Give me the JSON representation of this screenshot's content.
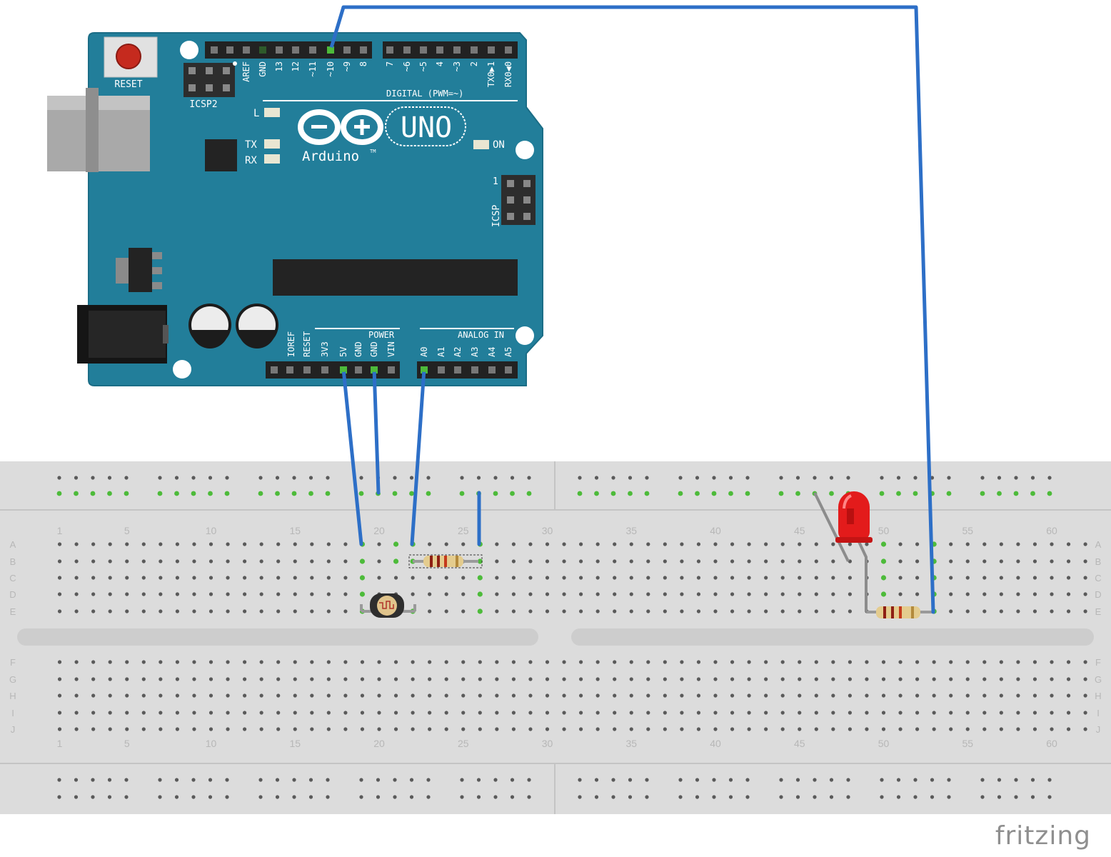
{
  "arduino": {
    "reset_label": "RESET",
    "icsp2_label": "ICSP2",
    "icsp_label": "ICSP",
    "icsp_pin1": "1",
    "led_l": "L",
    "led_tx": "TX",
    "led_rx": "RX",
    "led_on": "ON",
    "digital_label": "DIGITAL (PWM=~)",
    "digital_pins": [
      "AREF",
      "GND",
      "13",
      "12",
      "~11",
      "~10",
      "~9",
      "8",
      "7",
      "~6",
      "~5",
      "4",
      "~3",
      "2",
      "TX0▶1",
      "RX0◀0"
    ],
    "power_label": "POWER",
    "power_pins": [
      "IOREF",
      "RESET",
      "3V3",
      "5V",
      "GND",
      "GND",
      "VIN"
    ],
    "analog_label": "ANALOG IN",
    "analog_pins": [
      "A0",
      "A1",
      "A2",
      "A3",
      "A4",
      "A5"
    ],
    "uno_label": "UNO",
    "brand": "Arduino",
    "tm": "TM"
  },
  "breadboard": {
    "row_letters_top": [
      "A",
      "B",
      "C",
      "D",
      "E"
    ],
    "row_letters_bottom": [
      "F",
      "G",
      "H",
      "I",
      "J"
    ],
    "column_numbers": [
      "1",
      "5",
      "10",
      "15",
      "20",
      "25",
      "30",
      "35",
      "40",
      "45",
      "50",
      "55",
      "60"
    ]
  },
  "colors": {
    "board": "#227e9a",
    "wire": "#2d6fc7",
    "breadboard": "#dcdcdc",
    "active_hole": "#4dbb3a"
  },
  "watermark": "fritzing"
}
